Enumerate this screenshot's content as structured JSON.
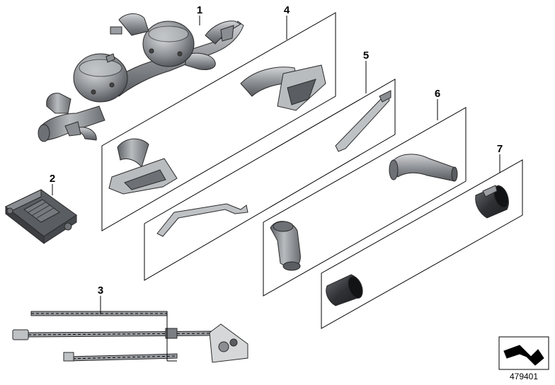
{
  "diagram": {
    "callouts": [
      {
        "id": "1",
        "label": "1"
      },
      {
        "id": "2",
        "label": "2"
      },
      {
        "id": "3",
        "label": "3"
      },
      {
        "id": "4",
        "label": "4"
      },
      {
        "id": "5",
        "label": "5"
      },
      {
        "id": "6",
        "label": "6"
      },
      {
        "id": "7",
        "label": "7"
      }
    ],
    "reference_number": "479401",
    "colors": {
      "part_dark": "#5f6266",
      "part_mid": "#8a8d91",
      "part_light": "#c4c7ca",
      "outline": "#000000"
    },
    "icons": {
      "group_symbol": "bent-arrow-icon"
    }
  }
}
